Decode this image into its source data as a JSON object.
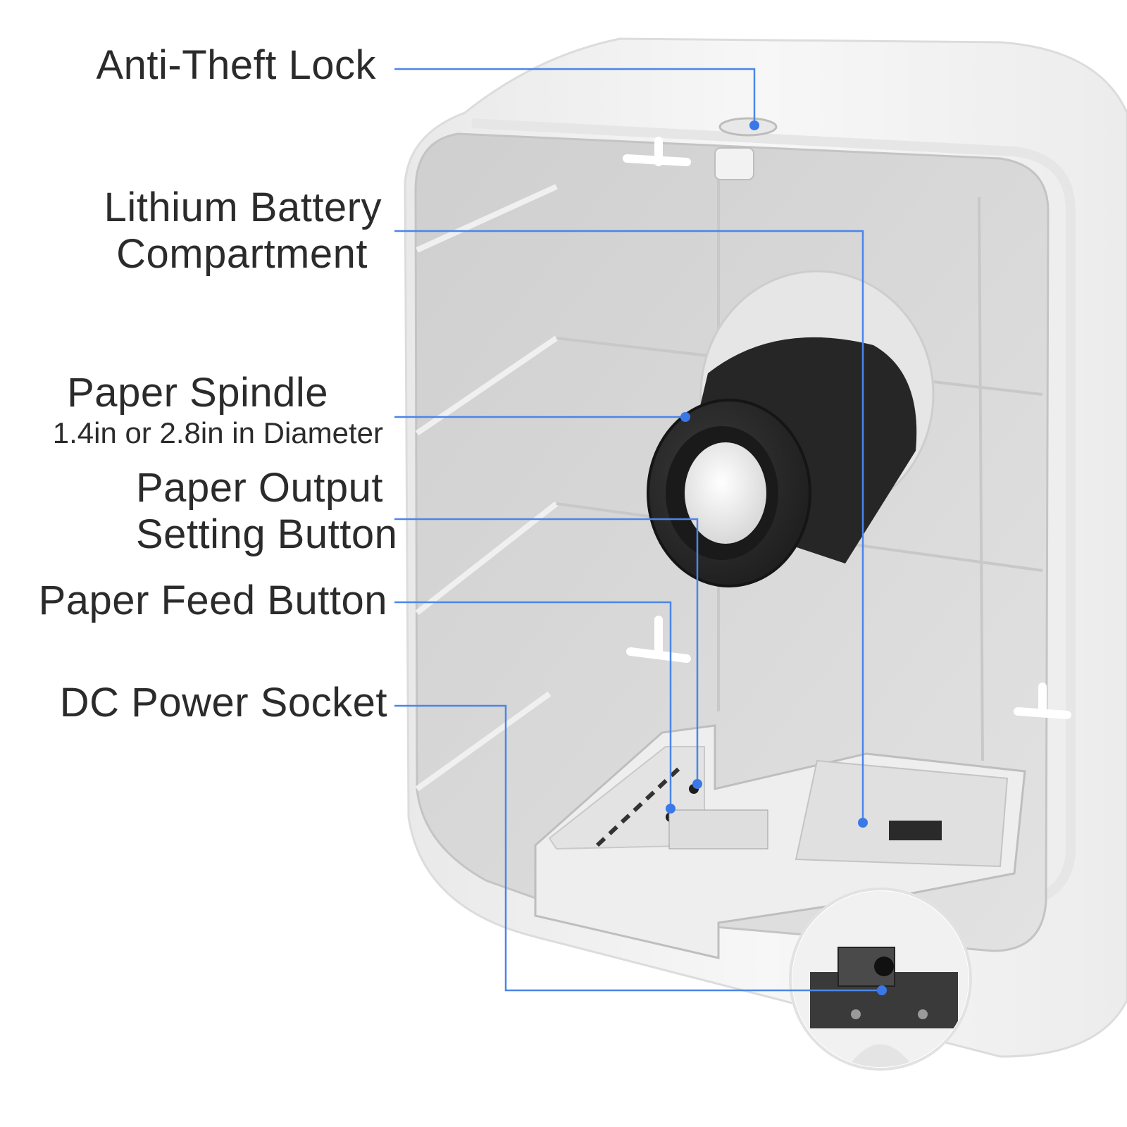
{
  "callouts": [
    {
      "id": "anti-theft-lock",
      "lines": [
        "Anti-Theft Lock"
      ]
    },
    {
      "id": "lithium-battery-compartment",
      "lines": [
        "Lithium Battery",
        "Compartment"
      ]
    },
    {
      "id": "paper-spindle",
      "lines": [
        "Paper Spindle"
      ],
      "sub": "1.4in or 2.8in in Diameter"
    },
    {
      "id": "paper-output-setting-button",
      "lines": [
        "Paper Output",
        "Setting Button"
      ]
    },
    {
      "id": "paper-feed-button",
      "lines": [
        "Paper Feed Button"
      ]
    },
    {
      "id": "dc-power-socket",
      "lines": [
        "DC Power Socket"
      ]
    }
  ],
  "colors": {
    "leader_line": "#4a86e8",
    "leader_dot": "#3b78e7",
    "label_text": "#2b2b2b",
    "housing": "#f4f4f4",
    "interior": "#d9d9d9",
    "spindle": "#2a2a2a"
  }
}
